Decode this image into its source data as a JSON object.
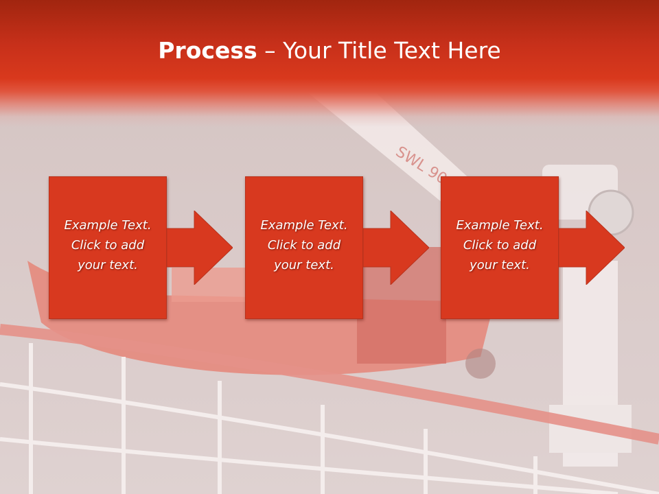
{
  "slide": {
    "title_bold": "Process",
    "title_rest": " – Your Title Text Here",
    "colors": {
      "accent": "#d8391f",
      "title_band": "#c7301a"
    }
  },
  "steps": [
    {
      "line1": "Example Text.",
      "line2": "Click  to add",
      "line3": "your text."
    },
    {
      "line1": "Example Text.",
      "line2": "Click  to add",
      "line3": "your text."
    },
    {
      "line1": "Example Text.",
      "line2": "Click  to add",
      "line3": "your text."
    }
  ],
  "background": {
    "crane_marking": "SWL 90"
  }
}
